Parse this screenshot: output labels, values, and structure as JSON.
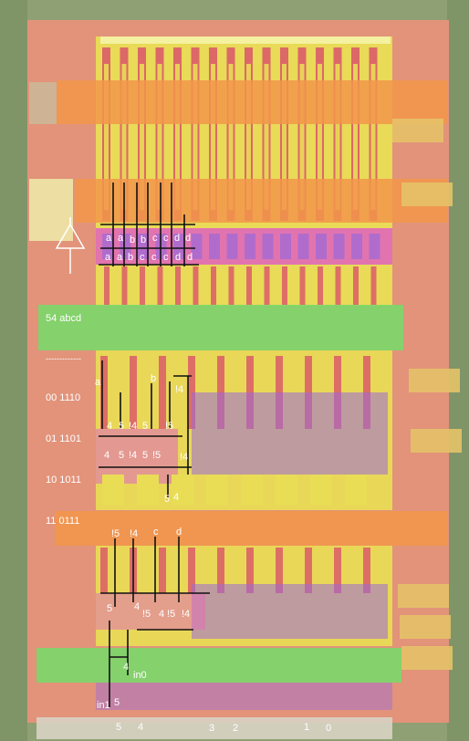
{
  "truth_table": {
    "header": "54 abcd",
    "divider": "-------------",
    "rows": [
      "00 1110",
      "01 1101",
      "10 1011",
      "11 0111"
    ]
  },
  "upper_labels": {
    "row1": [
      "a",
      "a",
      "b",
      "b",
      "c",
      "c",
      "d",
      "d"
    ],
    "row2": [
      "a",
      "a",
      "b",
      "c",
      "c",
      "c",
      "d",
      "d"
    ]
  },
  "middle_labels": {
    "a": "a",
    "b": "b",
    "n4_top": "!4",
    "r1": [
      "4",
      "5",
      "!4",
      "5",
      "!5"
    ],
    "r2": [
      "4",
      "5",
      "!4",
      "5",
      "!5",
      "!4"
    ],
    "s5": "5",
    "s4": "4"
  },
  "lower_labels": {
    "top": [
      "!5",
      "!4",
      "c",
      "d"
    ],
    "left5": "5",
    "r": [
      "4",
      "!5",
      "4",
      "!5",
      "!4"
    ],
    "n4": "4",
    "in0": "in0",
    "in1": "in1",
    "n5": "5"
  },
  "bottom_pins": [
    "5",
    "4",
    "3",
    "2",
    "1",
    "0"
  ],
  "colors": {
    "substrate": "#e2937a",
    "metal_yellow": "#e9dd55",
    "poly_red": "#d9546a",
    "diffusion_pink": "#e06fb8",
    "via_purple": "#9b6ad8",
    "nwell_green": "#7bd86a",
    "orange_band": "#f2964a",
    "wire_black": "#111111"
  }
}
